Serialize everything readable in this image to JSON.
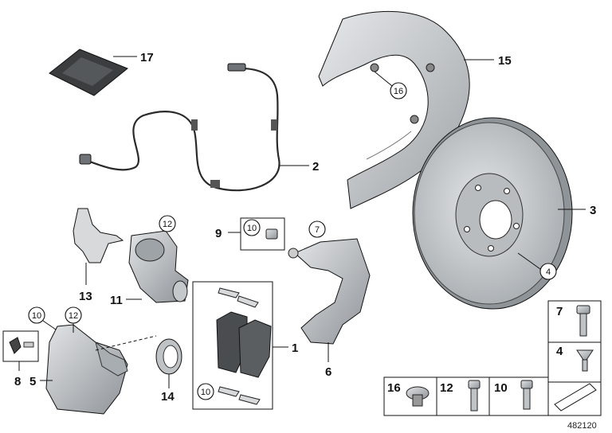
{
  "labels": {
    "l1": "1",
    "l2": "2",
    "l3": "3",
    "l5": "5",
    "l6": "6",
    "l8": "8",
    "l9": "9",
    "l11": "11",
    "l13": "13",
    "l14": "14",
    "l15": "15",
    "l17": "17"
  },
  "circled": {
    "c4": "4",
    "c7": "7",
    "c10a": "10",
    "c10b": "10",
    "c10c": "10",
    "c12a": "12",
    "c12b": "12",
    "c16": "16"
  },
  "legend": {
    "k7": "7",
    "k4": "4",
    "k16": "16",
    "k12": "12",
    "k10": "10"
  },
  "reference_number": "482120",
  "colors": {
    "line": "#111111",
    "part_gray": "#bfc3c6",
    "dark_part": "#3a3c3e",
    "disc_face": "#c9cccf"
  }
}
